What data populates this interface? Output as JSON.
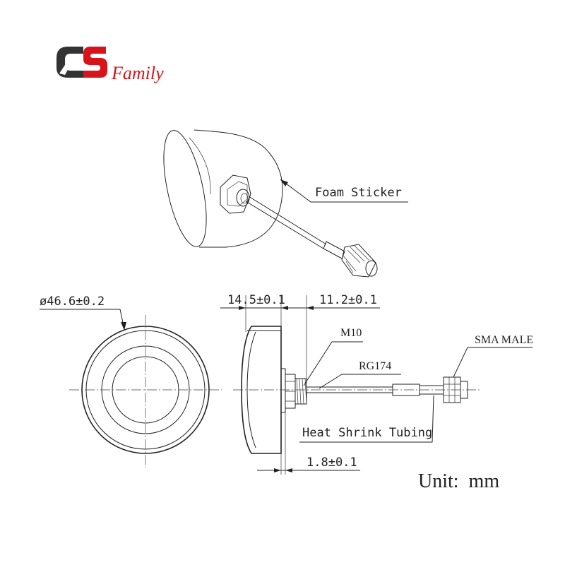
{
  "brand": {
    "logo_letters": "CS",
    "logo_word": "Family",
    "logo_color": "#d7141a",
    "logo_dark": "#333333"
  },
  "labels": {
    "foam_sticker": "Foam Sticker",
    "diameter": "ø46.6±0.2",
    "height": "14.5±0.1",
    "offset": "11.2±0.1",
    "thread": "M10",
    "cable": "RG174",
    "connector": "SMA MALE",
    "heat_shrink": "Heat Shrink Tubing",
    "flange": "1.8±0.1",
    "unit": "Unit:  mm"
  },
  "colors": {
    "line": "#222222",
    "background": "#ffffff"
  }
}
